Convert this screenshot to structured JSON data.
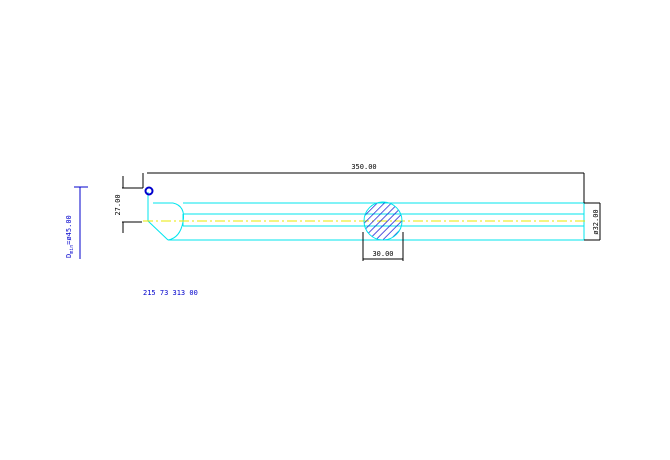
{
  "dimensions": {
    "overall_length": "350.00",
    "head_height": "27.00",
    "section_width": "30.00",
    "diameter": "ø32.00",
    "min_bore": "D",
    "min_bore_sub": "min",
    "min_bore_value": "=ø45.00"
  },
  "part_number": "215 73 313 00",
  "colors": {
    "outline": "#00e5ee",
    "dimension": "#000000",
    "centerline": "#e8e800",
    "hatch": "#0000cc",
    "annotation": "#0000cc"
  }
}
